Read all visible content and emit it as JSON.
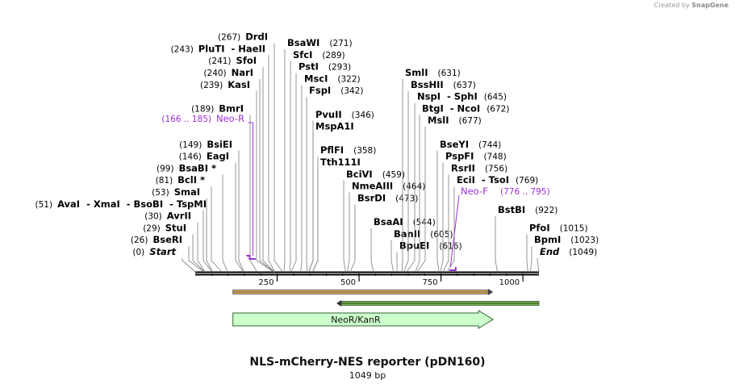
{
  "credit": {
    "prefix": "Created by",
    "brand": "SnapGene"
  },
  "title": "NLS-mCherry-NES reporter (pDN160)",
  "size_label": "1049 bp",
  "total_bp": 1049,
  "ruler_ticks": [
    "250",
    "500",
    "750",
    "1000"
  ],
  "sites": [
    {
      "pos": "(0)",
      "name": "Start",
      "italic": true,
      "bp": 0
    },
    {
      "pos": "(26)",
      "name": "BseRI",
      "bp": 26
    },
    {
      "pos": "(29)",
      "name": "StuI",
      "bp": 29
    },
    {
      "pos": "(30)",
      "name": "AvrII",
      "bp": 30
    },
    {
      "pos": "(51)",
      "name": "AvaI  - XmaI  - BsoBI  - TspMI",
      "bp": 51
    },
    {
      "pos": "(53)",
      "name": "SmaI",
      "bp": 53
    },
    {
      "pos": "(81)",
      "name": "BclI *",
      "bp": 81
    },
    {
      "pos": "(99)",
      "name": "BsaBI *",
      "bp": 99
    },
    {
      "pos": "(146)",
      "name": "EagI",
      "bp": 146
    },
    {
      "pos": "(149)",
      "name": "BsiEI",
      "bp": 149
    },
    {
      "pos": "(189)",
      "name": "BmrI",
      "bp": 189
    },
    {
      "pos": "(239)",
      "name": "KasI",
      "bp": 239
    },
    {
      "pos": "(240)",
      "name": "NarI",
      "bp": 240
    },
    {
      "pos": "(241)",
      "name": "SfoI",
      "bp": 241
    },
    {
      "pos": "(243)",
      "name": "PluTI  - HaeII",
      "bp": 243
    },
    {
      "pos": "(267)",
      "name": "DrdI",
      "bp": 267
    },
    {
      "pos": "(271)",
      "name": "BsaWI",
      "bp": 271
    },
    {
      "pos": "(289)",
      "name": "SfcI",
      "bp": 289
    },
    {
      "pos": "(293)",
      "name": "PstI",
      "bp": 293
    },
    {
      "pos": "(322)",
      "name": "MscI",
      "bp": 322
    },
    {
      "pos": "(342)",
      "name": "FspI",
      "bp": 342
    },
    {
      "pos": "(346)",
      "name": "PvuII",
      "bp": 346
    },
    {
      "pos": "",
      "name": "MspA1I",
      "bp": 346
    },
    {
      "pos": "(358)",
      "name": "PflFI",
      "bp": 358
    },
    {
      "pos": "",
      "name": "Tth111I",
      "bp": 358
    },
    {
      "pos": "(459)",
      "name": "BciVI",
      "bp": 459
    },
    {
      "pos": "(464)",
      "name": "NmeAIII",
      "bp": 464
    },
    {
      "pos": "(473)",
      "name": "BsrDI",
      "bp": 473
    },
    {
      "pos": "(544)",
      "name": "BsaAI",
      "bp": 544
    },
    {
      "pos": "(605)",
      "name": "BanII",
      "bp": 605
    },
    {
      "pos": "(616)",
      "name": "BpuEI",
      "bp": 616
    },
    {
      "pos": "(631)",
      "name": "SmlI",
      "bp": 631
    },
    {
      "pos": "(637)",
      "name": "BssHII",
      "bp": 637
    },
    {
      "pos": "(645)",
      "name": "NspI  - SphI",
      "bp": 645
    },
    {
      "pos": "(672)",
      "name": "BtgI  - NcoI",
      "bp": 672
    },
    {
      "pos": "(677)",
      "name": "MslI",
      "bp": 677
    },
    {
      "pos": "(744)",
      "name": "BseYI",
      "bp": 744
    },
    {
      "pos": "(748)",
      "name": "PspFI",
      "bp": 748
    },
    {
      "pos": "(756)",
      "name": "RsrII",
      "bp": 756
    },
    {
      "pos": "(769)",
      "name": "EciI  - TsoI",
      "bp": 769
    },
    {
      "pos": "(922)",
      "name": "BstBI",
      "bp": 922
    },
    {
      "pos": "(1015)",
      "name": "PfoI",
      "bp": 1015
    },
    {
      "pos": "(1023)",
      "name": "BpmI",
      "bp": 1023
    },
    {
      "pos": "(1049)",
      "name": "End",
      "italic": true,
      "bp": 1049
    }
  ],
  "primers": [
    {
      "name": "Neo-R",
      "range": "(166 .. 185)",
      "color": "#9b30d0",
      "direction": "reverse",
      "start": 166,
      "end": 185
    },
    {
      "name": "Neo-F",
      "range": "(776 .. 795)",
      "color": "#9b30d0",
      "direction": "forward",
      "start": 776,
      "end": 795
    }
  ],
  "features": [
    {
      "name": "NeoR/KanR",
      "start": 115,
      "end": 909,
      "color": "#ccffcc",
      "stroke": "#336633"
    }
  ],
  "orf_bars": [
    {
      "start": 115,
      "end": 909,
      "color": "#f0b95a",
      "direction": "forward"
    },
    {
      "start": 431,
      "end": 1049,
      "color": "#70c040",
      "direction": "reverse"
    }
  ]
}
